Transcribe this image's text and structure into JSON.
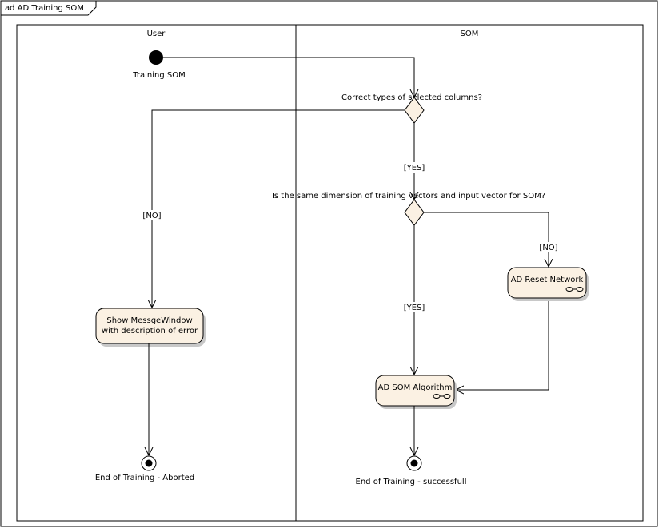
{
  "frame": {
    "title": "ad AD Training SOM"
  },
  "swimlanes": [
    {
      "id": "user",
      "name": "User"
    },
    {
      "id": "som",
      "name": "SOM"
    }
  ],
  "nodes": {
    "start": {
      "label": "Training SOM"
    },
    "decision_types": {
      "label": "Correct types of selected columns?"
    },
    "decision_dimension": {
      "label": "Is the same dimension of training vectors and input vector for SOM?"
    },
    "action_error": {
      "label_line1": "Show MessgeWindow",
      "label_line2": "with description of error"
    },
    "action_reset": {
      "label": "AD Reset Network"
    },
    "action_algorithm": {
      "label": "AD SOM Algorithm"
    },
    "end_aborted": {
      "label": "End of Training - Aborted"
    },
    "end_success": {
      "label": "End of Training - successfull"
    }
  },
  "guards": {
    "types_yes": "[YES]",
    "types_no": "[NO]",
    "dimension_no": "[NO]",
    "dimension_yes": "[YES]"
  },
  "colors": {
    "action_fill": "#fbf1e3",
    "line": "#000000",
    "background": "#ffffff"
  }
}
